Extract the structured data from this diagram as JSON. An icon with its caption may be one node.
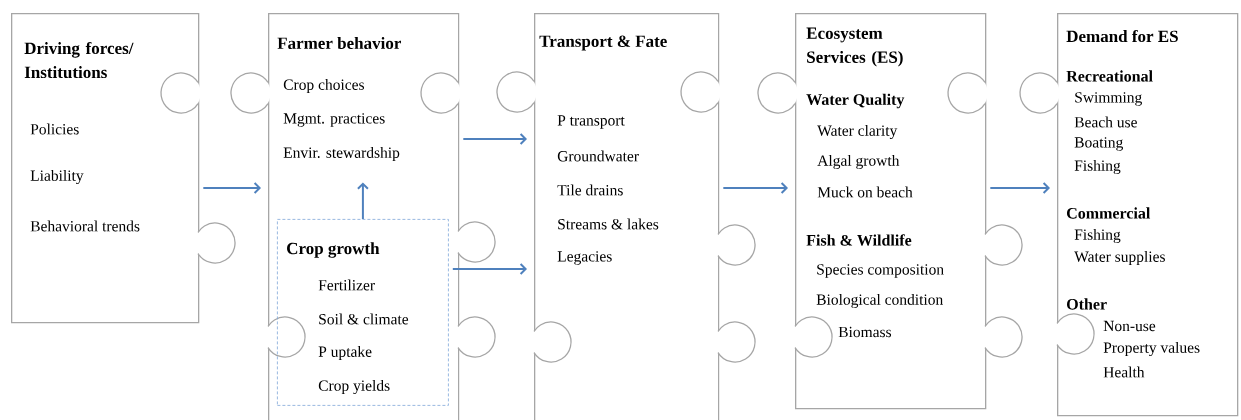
{
  "diagram": {
    "nodes": [
      {
        "text": [
          "Driving forces/ Institutions",
          "Policies",
          "Liability",
          "Behavioral trends"
        ]
      },
      {
        "text": [
          "Farmer behavior"
        ]
      },
      {
        "text": [
          "Crop choices",
          "Mgmt. practices",
          "Envir. stewardship"
        ],
        "in": 1
      },
      {
        "text": [
          "Crop growth",
          "Fertilizer",
          "Soil & climate",
          "P uptake",
          "Crop yields"
        ],
        "in": 1
      },
      {
        "text": [
          "Transport & Fate",
          "P transport",
          "Groundwater",
          "Tile drains",
          "Streams & lakes",
          "Legacies"
        ]
      },
      {
        "text": [
          "Ecosystem Services (ES)",
          "Water Quality",
          "Water clarity",
          "Algal growth",
          "Muck on beach",
          "Fish & Wildlife",
          "Species composition",
          "Biological condition",
          "Biomass"
        ]
      },
      {
        "text": [
          "Demand for ES",
          "Recreational",
          "Swimming",
          "Beach use",
          "Boating",
          "Fishing",
          "Commercial",
          "Fishing",
          "Water supplies",
          "Other",
          "Non-use",
          "Property values",
          "Health"
        ]
      }
    ],
    "edges": [
      {
        "from": 0,
        "to": 1,
        "arrow": "to"
      },
      {
        "from": 3,
        "to": 2,
        "arrow": "to"
      },
      {
        "from": 1,
        "to": 4,
        "arrow": "to"
      },
      {
        "from": 3,
        "to": 4,
        "arrow": "to"
      },
      {
        "from": 4,
        "to": 5,
        "arrow": "to"
      },
      {
        "from": 5,
        "to": 6,
        "arrow": "to"
      }
    ]
  }
}
